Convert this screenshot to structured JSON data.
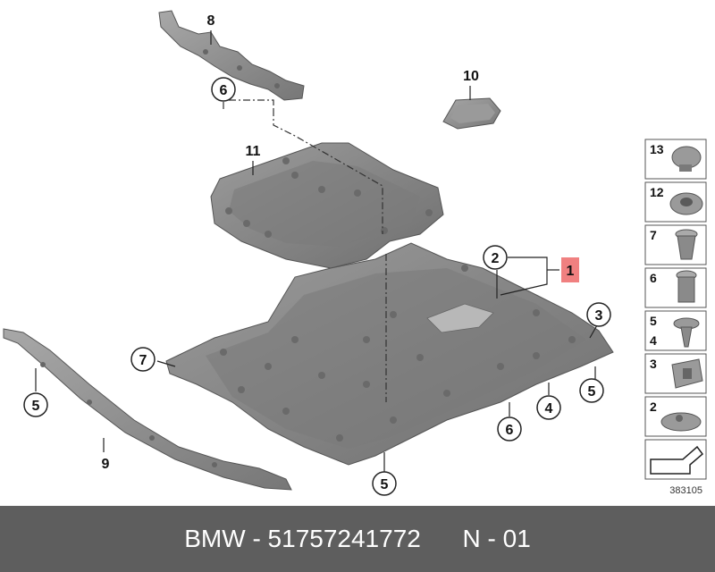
{
  "diagram": {
    "callouts": {
      "part_1": "1",
      "part_2": "2",
      "part_3": "3",
      "part_4": "4",
      "part_5_left": "5",
      "part_5_bottom": "5",
      "part_5_right": "5",
      "part_6_top": "6",
      "part_6_bottom": "6",
      "part_7": "7",
      "part_8": "8",
      "part_9": "9",
      "part_10": "10",
      "part_11": "11"
    },
    "side_panel": [
      {
        "label": "13"
      },
      {
        "label": "12"
      },
      {
        "label": "7"
      },
      {
        "label": "6"
      },
      {
        "label": "5",
        "label2": "4"
      },
      {
        "label": "3"
      },
      {
        "label": "2"
      }
    ],
    "reference_code": "383105",
    "colors": {
      "part_fill": "#8e8e8e",
      "part_dark": "#6a6a6a",
      "part_light": "#b4b4b4",
      "highlight_box": "#f08080",
      "footer_bg": "#5e5e5e"
    }
  },
  "footer": {
    "text": "BMW - 51757241772      N - 01"
  }
}
